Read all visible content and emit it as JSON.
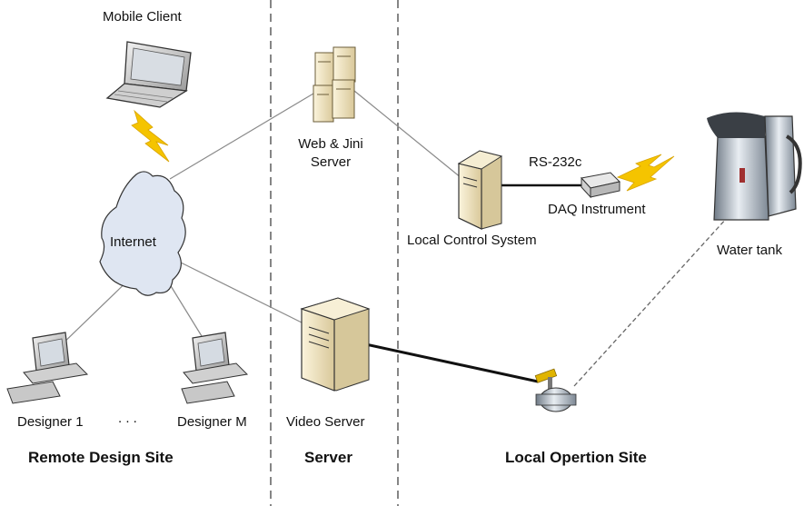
{
  "nodes": {
    "mobile_client": "Mobile Client",
    "internet": "Internet",
    "web_jini_server": "Web & Jini\nServer",
    "local_control_system": "Local Control System",
    "rs232c": "RS-232c",
    "daq_instrument": "DAQ Instrument",
    "water_tank": "Water tank",
    "designer_1": "Designer 1",
    "ellipsis": ". . .",
    "designer_m": "Designer M",
    "video_server": "Video Server"
  },
  "sections": {
    "remote": "Remote Design Site",
    "server": "Server",
    "local": "Local Opertion Site"
  },
  "colors": {
    "line": "#8a8a8a",
    "thick_line": "#111111",
    "lightning": "#f5c400",
    "cloud": "#dfe6f2",
    "server_beige": "#efe3bf"
  }
}
